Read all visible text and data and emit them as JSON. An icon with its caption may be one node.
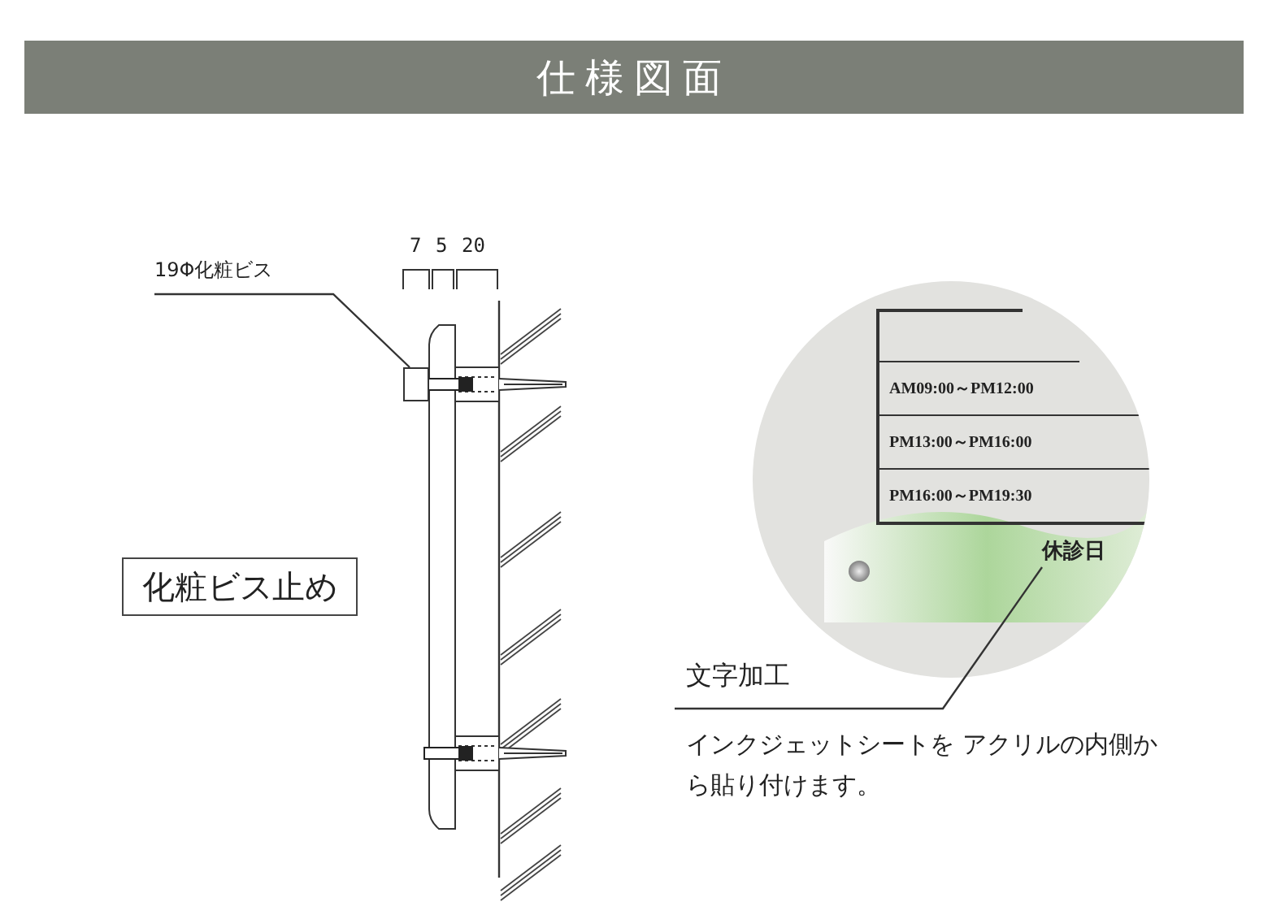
{
  "diagram": {
    "title": "仕様図面",
    "nodes": [
      {
        "text": [
          "19Φ化粧ビス"
        ]
      },
      {
        "text": [],
        "shape": "box"
      },
      {
        "text": [
          "化粧ビス止め"
        ]
      },
      {
        "text": [],
        "shape": "picture"
      },
      {
        "text": [
          "休診日"
        ],
        "in": 3
      },
      {
        "text": [
          "文字加工"
        ],
        "beside": [
          "インクジェットシートを アクリルの内側から貼り付けます。"
        ]
      }
    ],
    "edges": [
      {
        "from": 0,
        "to": 1,
        "arrow": "none"
      },
      {
        "from": 5,
        "to": 4,
        "arrow": "none"
      }
    ],
    "labels": [
      "7",
      "5",
      "20",
      "AM09:00～PM12:00",
      "PM13:00～PM16:00",
      "PM16:00～PM19:30"
    ]
  }
}
